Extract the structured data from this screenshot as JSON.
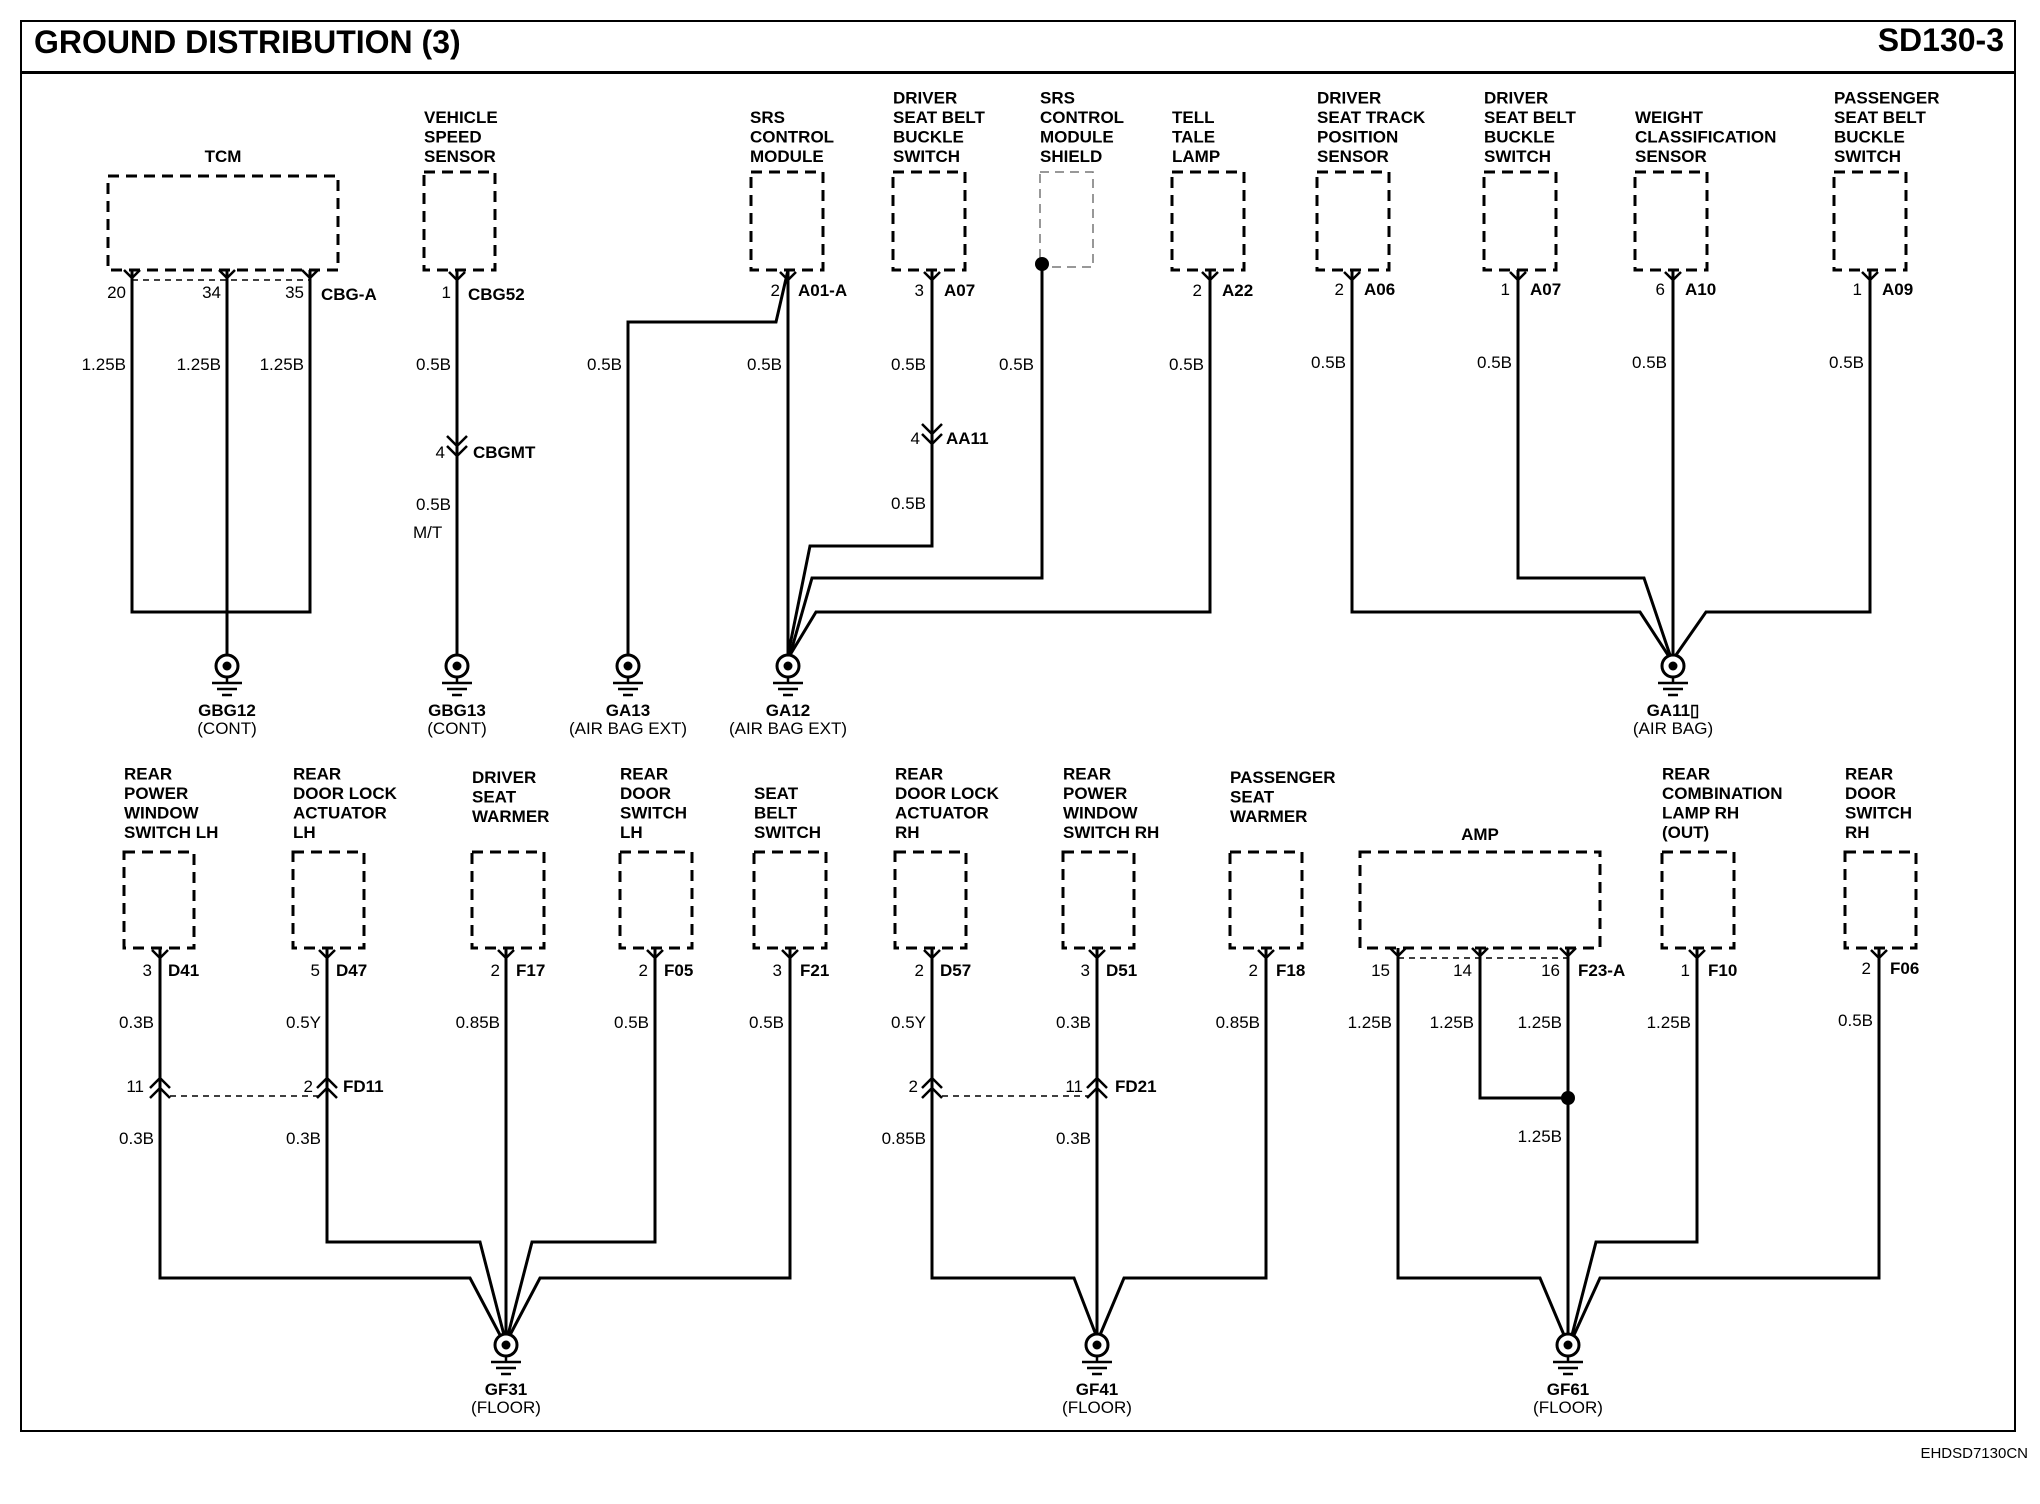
{
  "page": {
    "title": "GROUND DISTRIBUTION (3)",
    "code": "SD130-3",
    "footnote": "EHDSD7130CN"
  },
  "grounds": [
    {
      "name": "GBG12",
      "sub": "(CONT)"
    },
    {
      "name": "GBG13",
      "sub": "(CONT)"
    },
    {
      "name": "GA13",
      "sub": "(AIR BAG EXT)"
    },
    {
      "name": "GA12",
      "sub": "(AIR BAG EXT)"
    },
    {
      "name": "GA11▯",
      "sub": "(AIR BAG)"
    },
    {
      "name": "GF31",
      "sub": "(FLOOR)"
    },
    {
      "name": "GF41",
      "sub": "(FLOOR)"
    },
    {
      "name": "GF61",
      "sub": "(FLOOR)"
    }
  ],
  "components": [
    {
      "lines": [
        "TCM"
      ],
      "connector": "CBG-A",
      "pins": [
        "20",
        "34",
        "35"
      ],
      "wires": [
        "1.25B",
        "1.25B",
        "1.25B"
      ],
      "ground": "GBG12"
    },
    {
      "lines": [
        "VEHICLE",
        "SPEED",
        "SENSOR"
      ],
      "connector": "CBG52",
      "pins": [
        "1"
      ],
      "wires": [
        "0.5B",
        "0.5B"
      ],
      "splice": {
        "name": "CBGMT",
        "pin": "4"
      },
      "note": "M/T",
      "ground": "GBG13"
    },
    {
      "lines": [
        "SRS",
        "CONTROL",
        "MODULE"
      ],
      "connector": "A01-A",
      "pins": [
        "2"
      ],
      "wires": [
        "0.5B",
        "0.5B"
      ],
      "ground": "GA13 / GA12"
    },
    {
      "lines": [
        "DRIVER",
        "SEAT BELT",
        "BUCKLE",
        "SWITCH"
      ],
      "connector": "A07",
      "pins": [
        "3"
      ],
      "wires": [
        "0.5B",
        "0.5B"
      ],
      "splice": {
        "name": "AA11",
        "pin": "4"
      },
      "ground": "GA12"
    },
    {
      "lines": [
        "SRS",
        "CONTROL",
        "MODULE",
        "SHIELD"
      ],
      "wires": [
        "0.5B"
      ],
      "ground": "GA12"
    },
    {
      "lines": [
        "TELL",
        "TALE",
        "LAMP"
      ],
      "connector": "A22",
      "pins": [
        "2"
      ],
      "wires": [
        "0.5B"
      ],
      "ground": "GA12"
    },
    {
      "lines": [
        "DRIVER",
        "SEAT TRACK",
        "POSITION",
        "SENSOR"
      ],
      "connector": "A06",
      "pins": [
        "2"
      ],
      "wires": [
        "0.5B"
      ],
      "ground": "GA11"
    },
    {
      "lines": [
        "DRIVER",
        "SEAT BELT",
        "BUCKLE",
        "SWITCH"
      ],
      "connector": "A07",
      "pins": [
        "1"
      ],
      "wires": [
        "0.5B"
      ],
      "ground": "GA11"
    },
    {
      "lines": [
        "WEIGHT",
        "CLASSIFICATION",
        "SENSOR"
      ],
      "connector": "A10",
      "pins": [
        "6"
      ],
      "wires": [
        "0.5B"
      ],
      "ground": "GA11"
    },
    {
      "lines": [
        "PASSENGER",
        "SEAT BELT",
        "BUCKLE",
        "SWITCH"
      ],
      "connector": "A09",
      "pins": [
        "1"
      ],
      "wires": [
        "0.5B"
      ],
      "ground": "GA11"
    },
    {
      "lines": [
        "REAR",
        "POWER",
        "WINDOW",
        "SWITCH LH"
      ],
      "connector": "D41",
      "pins": [
        "3"
      ],
      "wires": [
        "0.3B",
        "0.3B"
      ],
      "splice": {
        "name": "",
        "pin": "11"
      },
      "ground": "GF31"
    },
    {
      "lines": [
        "REAR",
        "DOOR LOCK",
        "ACTUATOR",
        "LH"
      ],
      "connector": "D47",
      "pins": [
        "5"
      ],
      "wires": [
        "0.5Y",
        "0.3B"
      ],
      "splice": {
        "name": "FD11",
        "pin": "2"
      },
      "ground": "GF31"
    },
    {
      "lines": [
        "DRIVER",
        "SEAT",
        "WARMER"
      ],
      "connector": "F17",
      "pins": [
        "2"
      ],
      "wires": [
        "0.85B"
      ],
      "ground": "GF31"
    },
    {
      "lines": [
        "REAR",
        "DOOR",
        "SWITCH",
        "LH"
      ],
      "connector": "F05",
      "pins": [
        "2"
      ],
      "wires": [
        "0.5B"
      ],
      "ground": "GF31"
    },
    {
      "lines": [
        "SEAT",
        "BELT",
        "SWITCH"
      ],
      "connector": "F21",
      "pins": [
        "3"
      ],
      "wires": [
        "0.5B"
      ],
      "ground": "GF31"
    },
    {
      "lines": [
        "REAR",
        "DOOR LOCK",
        "ACTUATOR",
        "RH"
      ],
      "connector": "D57",
      "pins": [
        "2"
      ],
      "wires": [
        "0.5Y",
        "0.85B"
      ],
      "splice": {
        "name": "",
        "pin": "2"
      },
      "ground": "GF41"
    },
    {
      "lines": [
        "REAR",
        "POWER",
        "WINDOW",
        "SWITCH RH"
      ],
      "connector": "D51",
      "pins": [
        "3"
      ],
      "wires": [
        "0.3B",
        "0.3B"
      ],
      "splice": {
        "name": "FD21",
        "pin": "11"
      },
      "ground": "GF41"
    },
    {
      "lines": [
        "PASSENGER",
        "SEAT",
        "WARMER"
      ],
      "connector": "F18",
      "pins": [
        "2"
      ],
      "wires": [
        "0.85B"
      ],
      "ground": "GF41"
    },
    {
      "lines": [
        "AMP"
      ],
      "connector": "F23-A",
      "pins": [
        "15",
        "14",
        "16"
      ],
      "wires": [
        "1.25B",
        "1.25B",
        "1.25B",
        "1.25B"
      ],
      "ground": "GF61"
    },
    {
      "lines": [
        "REAR",
        "COMBINATION",
        "LAMP RH",
        "(OUT)"
      ],
      "connector": "F10",
      "pins": [
        "1"
      ],
      "wires": [
        "1.25B"
      ],
      "ground": "GF61"
    },
    {
      "lines": [
        "REAR",
        "DOOR",
        "SWITCH",
        "RH"
      ],
      "connector": "F06",
      "pins": [
        "2"
      ],
      "wires": [
        "0.5B"
      ],
      "ground": "GF61"
    }
  ]
}
